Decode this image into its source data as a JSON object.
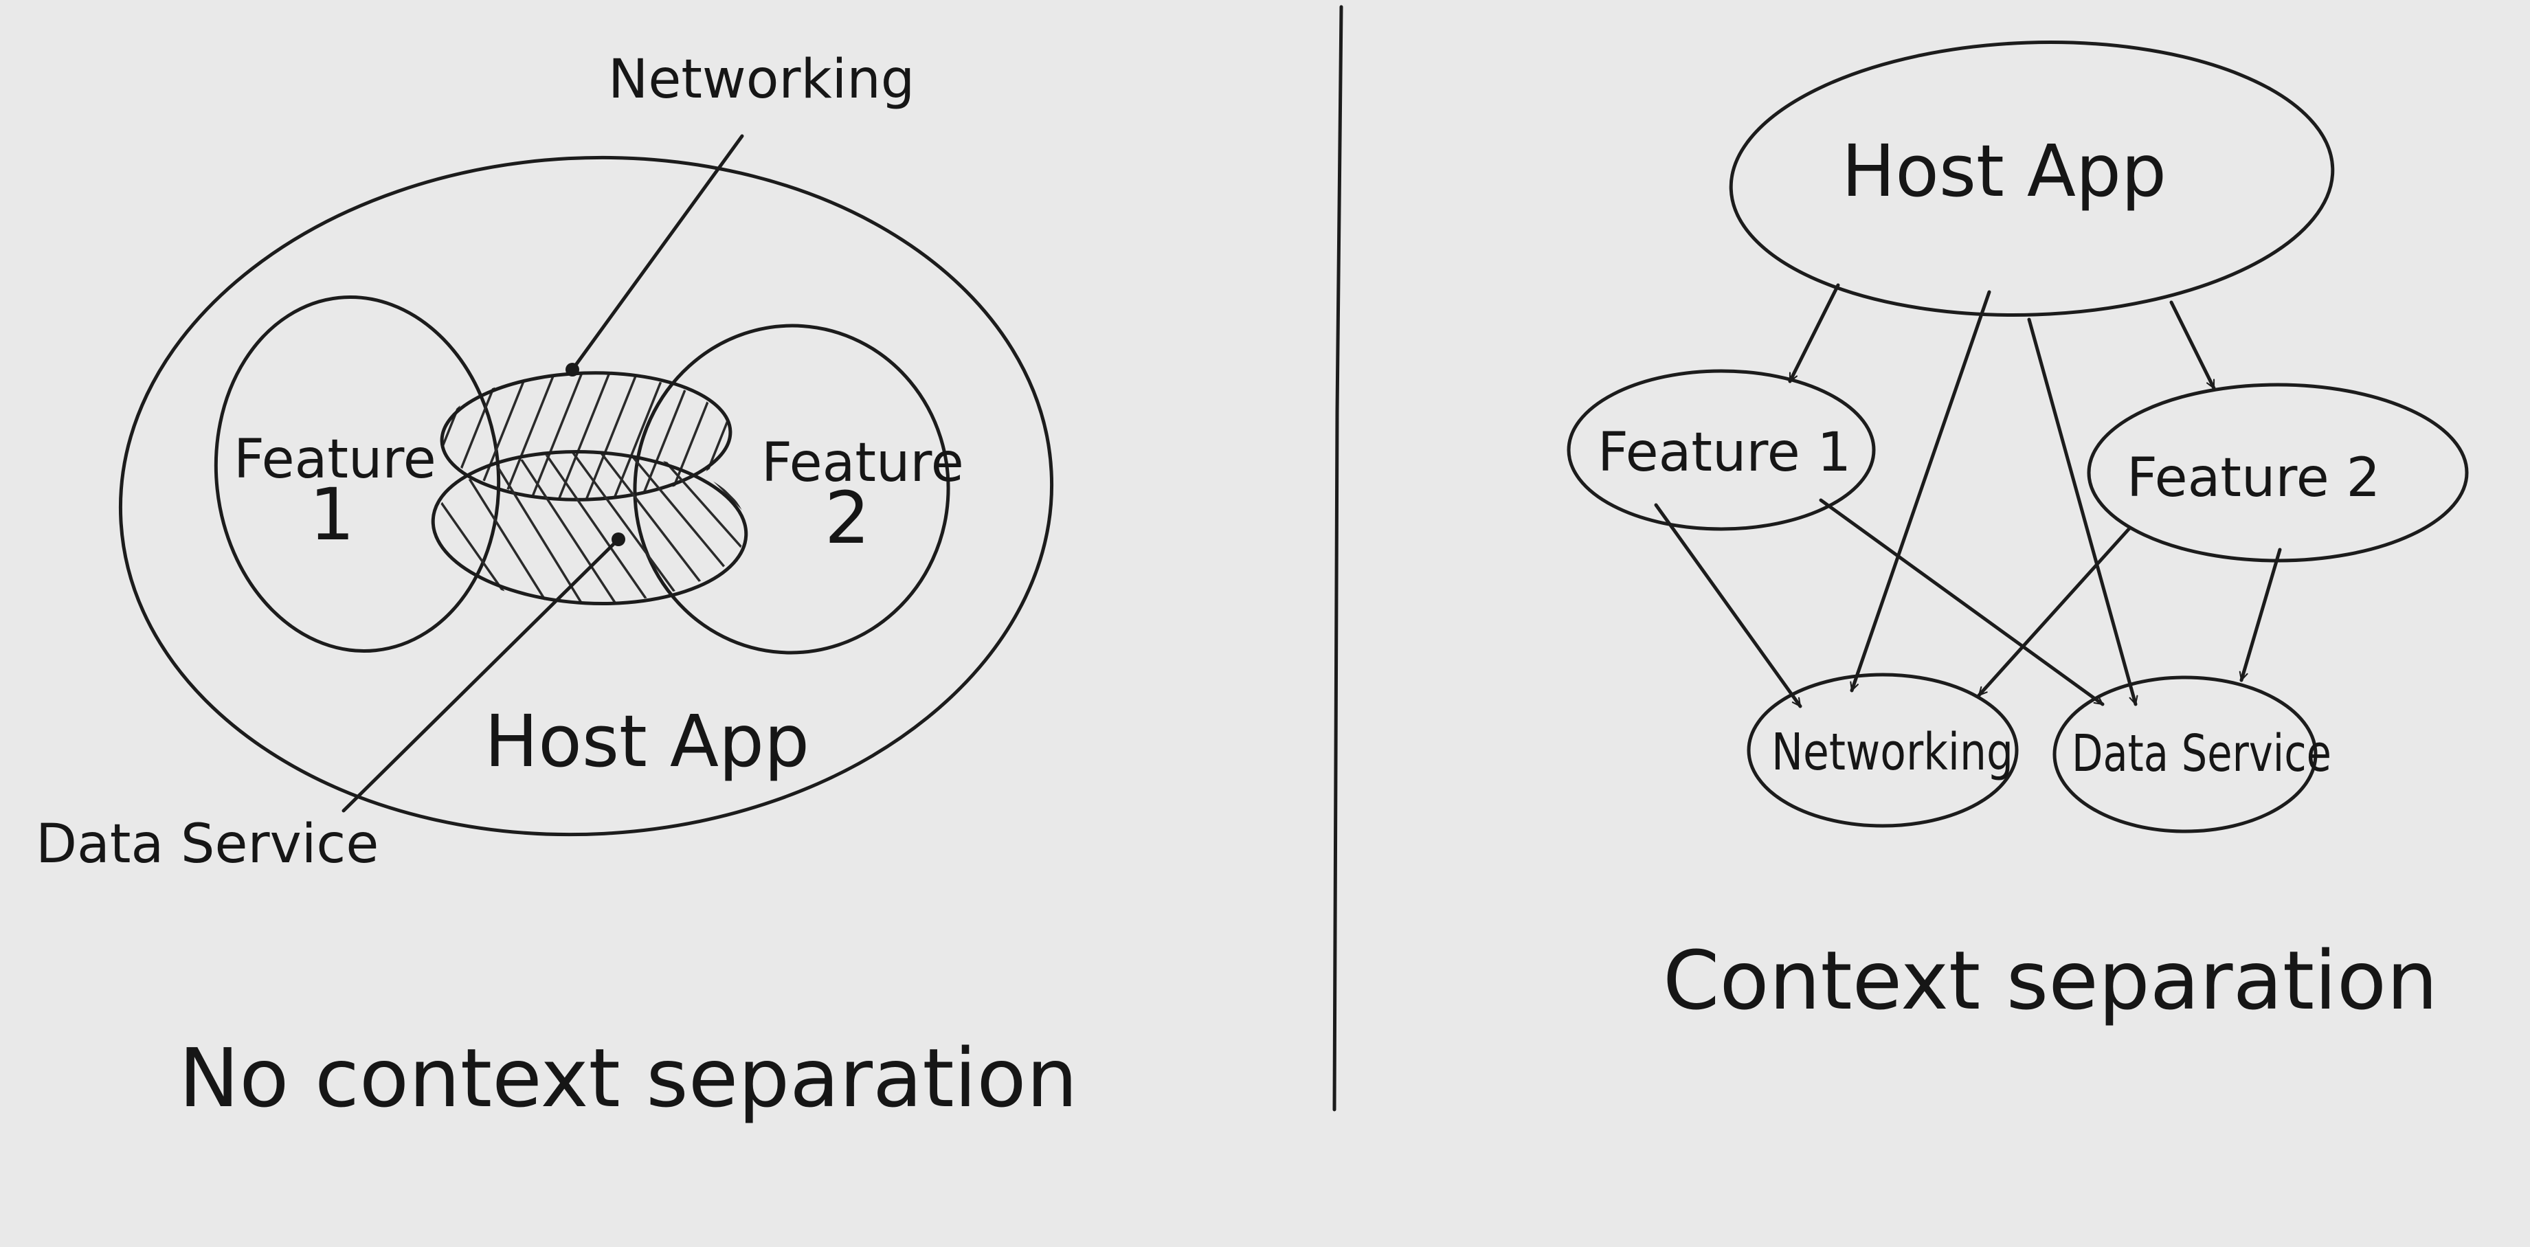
{
  "left": {
    "networking": "Networking",
    "feature1_line1": "Feature",
    "feature1_line2": "1",
    "feature2_line1": "Feature",
    "feature2_line2": "2",
    "host_app": "Host App",
    "data_service": "Data Service",
    "caption": "No context separation"
  },
  "right": {
    "host_app": "Host App",
    "feature1": "Feature 1",
    "feature2": "Feature 2",
    "networking": "Networking",
    "data_service": "Data Service",
    "caption": "Context separation"
  }
}
